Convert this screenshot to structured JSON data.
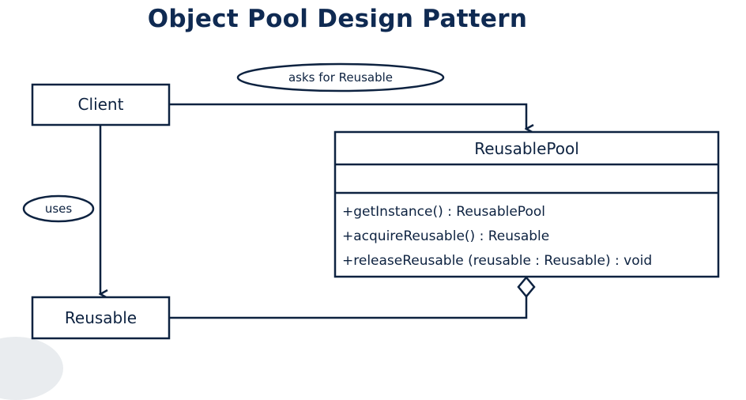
{
  "title": "Object Pool Design Pattern",
  "classes": {
    "client": {
      "name": "Client"
    },
    "reusable": {
      "name": "Reusable"
    },
    "pool": {
      "name": "ReusablePool",
      "attributes": [],
      "operations": [
        "+getInstance() : ReusablePool",
        "+acquireReusable() : Reusable",
        "+releaseReusable (reusable : Reusable) : void"
      ]
    }
  },
  "relations": {
    "asks": {
      "label": "asks for Reusable",
      "type": "association-arrow"
    },
    "uses": {
      "label": "uses",
      "type": "association-arrow"
    },
    "aggregation": {
      "type": "aggregation"
    }
  },
  "colors": {
    "ink": "#0d2240",
    "title": "#0f2a52",
    "background": "#ffffff"
  }
}
